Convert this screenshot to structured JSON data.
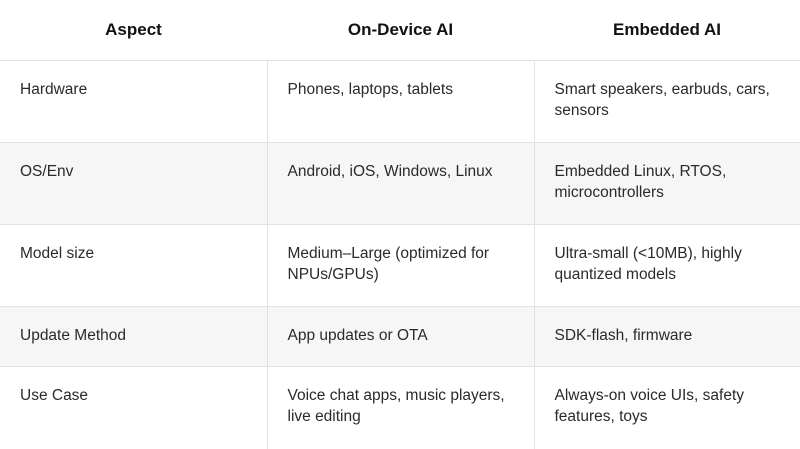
{
  "table": {
    "headers": [
      "Aspect",
      "On-Device AI",
      "Embedded AI"
    ],
    "rows": [
      [
        "Hardware",
        "Phones, laptops, tablets",
        "Smart speakers, earbuds, cars, sensors"
      ],
      [
        "OS/Env",
        "Android, iOS, Windows, Linux",
        "Embedded Linux, RTOS, microcontrollers"
      ],
      [
        "Model size",
        "Medium–Large (optimized for NPUs/GPUs)",
        "Ultra-small (<10MB), highly quantized models"
      ],
      [
        "Update Method",
        "App updates or OTA",
        "SDK-flash, firmware"
      ],
      [
        "Use Case",
        "Voice chat apps, music players, live editing",
        "Always-on voice UIs, safety features, toys"
      ]
    ]
  }
}
